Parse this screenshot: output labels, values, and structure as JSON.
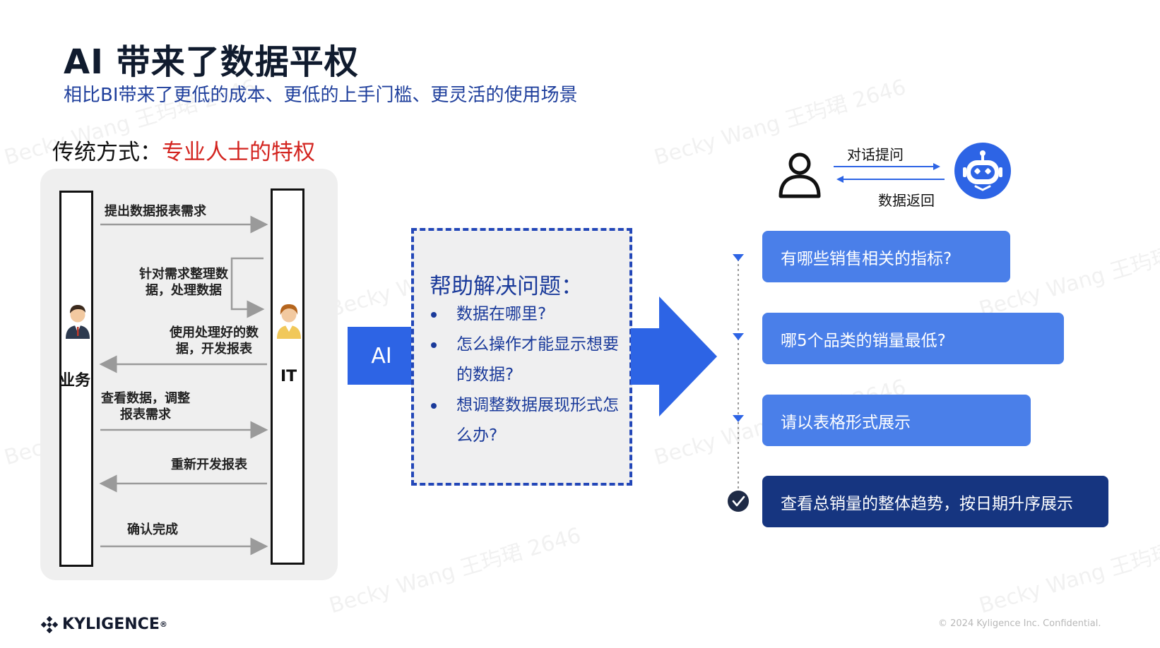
{
  "header": {
    "title": "AI 带来了数据平权",
    "subtitle": "相比BI带来了更低的成本、更低的上手门槛、更灵活的使用场景"
  },
  "traditional": {
    "label_prefix": "传统方式：",
    "label_accent": "专业人士的特权",
    "lanes": {
      "business": "业务",
      "it": "IT"
    },
    "messages": [
      "提出数据报表需求",
      "针对需求整理数据，处理数据",
      "使用处理好的数据，开发报表",
      "查看数据，调整报表需求",
      "重新开发报表",
      "确认完成"
    ]
  },
  "ai_section": {
    "ai_label": "AI",
    "help_title": "帮助解决问题：",
    "bullets": [
      "数据在哪里?",
      "怎么操作才能显示想要的数据?",
      "想调整数据展现形式怎么办?"
    ]
  },
  "chat": {
    "ask_label": "对话提问",
    "return_label": "数据返回",
    "bubbles": [
      "有哪些销售相关的指标?",
      "哪5个品类的销量最低?",
      "请以表格形式展示",
      "查看总销量的整体趋势，按日期升序展示"
    ]
  },
  "footer": {
    "brand": "KYLIGENCE",
    "registered": "®",
    "copyright": "© 2024 Kyligence Inc. Confidential."
  },
  "watermark": {
    "text": "Becky Wang 王玙珺 2646"
  },
  "colors": {
    "accent_blue": "#2d64e5",
    "bubble_light": "#4a7fe9",
    "bubble_dark": "#163580",
    "accent_red": "#d3241f"
  }
}
